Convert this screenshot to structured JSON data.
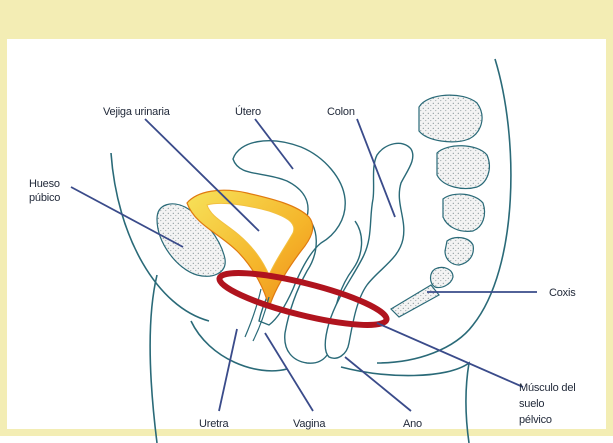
{
  "labels": {
    "vejiga": "Vejiga urinaria",
    "utero": "Útero",
    "colon": "Colon",
    "hueso_line1": "Hueso",
    "hueso_line2": "púbico",
    "coxis": "Coxis",
    "musculo_line1": "Músculo del",
    "musculo_line2": "suelo",
    "musculo_line3": "pélvico",
    "uretra": "Uretra",
    "vagina": "Vagina",
    "ano": "Ano"
  },
  "colors": {
    "frame": "#f3edb4",
    "outline": "#2a6a78",
    "pointer": "#3a4b8a",
    "pelvic_ring": "#b0141e",
    "bladder_outer": "#f0a020",
    "bladder_inner": "#f7d83c",
    "bone_fill": "#f0f0f0",
    "bone_dots": "#7a8a8e"
  }
}
